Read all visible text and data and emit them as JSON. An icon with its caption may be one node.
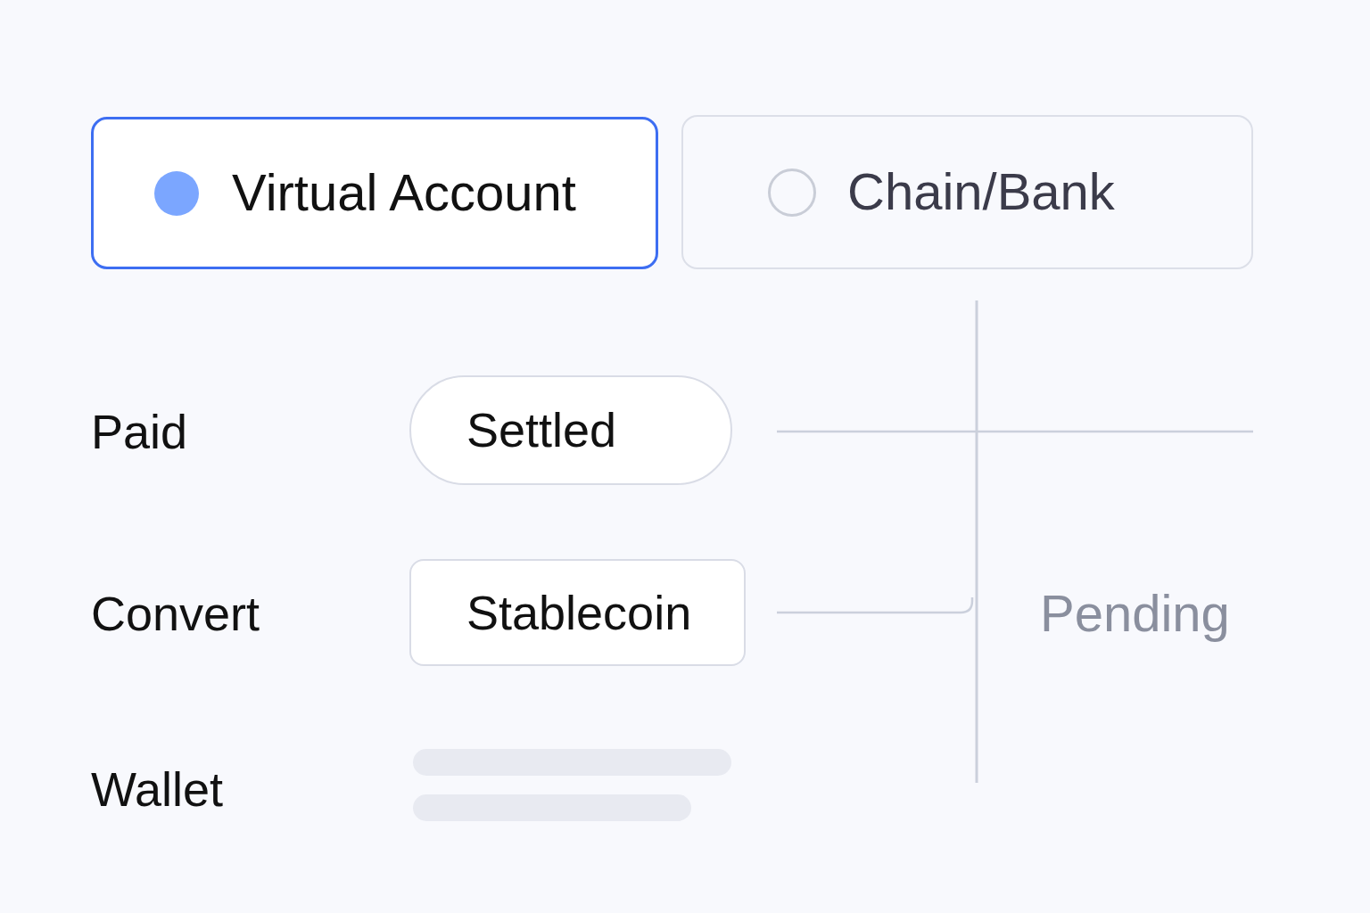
{
  "diagram": {
    "nodes": [
      {
        "text": [
          "Virtual Account"
        ]
      },
      {
        "text": [
          "Chain/Bank"
        ]
      },
      {
        "text": [
          "Settled"
        ]
      },
      {
        "text": [
          "Stablecoin"
        ]
      },
      {
        "text": [],
        "shape": "bar"
      },
      {
        "text": [],
        "shape": "bar"
      }
    ],
    "labels": [
      "Paid",
      "Convert",
      "Wallet",
      "Pending"
    ]
  }
}
